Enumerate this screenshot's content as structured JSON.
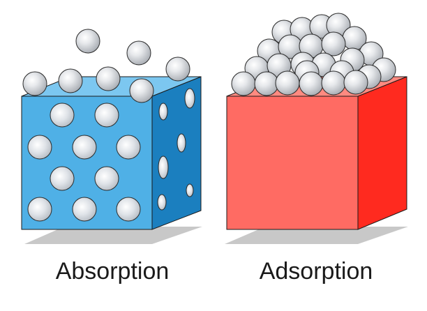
{
  "diagram": {
    "labels": {
      "absorption": "Absorption",
      "adsorption": "Adsorption"
    },
    "colors": {
      "absorption_front": "#4fb0e6",
      "absorption_top": "#7cc7f0",
      "absorption_side": "#1b7fbf",
      "adsorption_front": "#ff6b63",
      "adsorption_top": "#ff8a80",
      "adsorption_side": "#ff2a1f",
      "sphere": "#c9cdd3",
      "sphere_edge": "#2a2a2a",
      "shadow": "#c8c8c8"
    },
    "icons": {
      "molecule": "sphere-icon",
      "absorbent": "blue-cube",
      "adsorbent": "red-cube"
    }
  }
}
